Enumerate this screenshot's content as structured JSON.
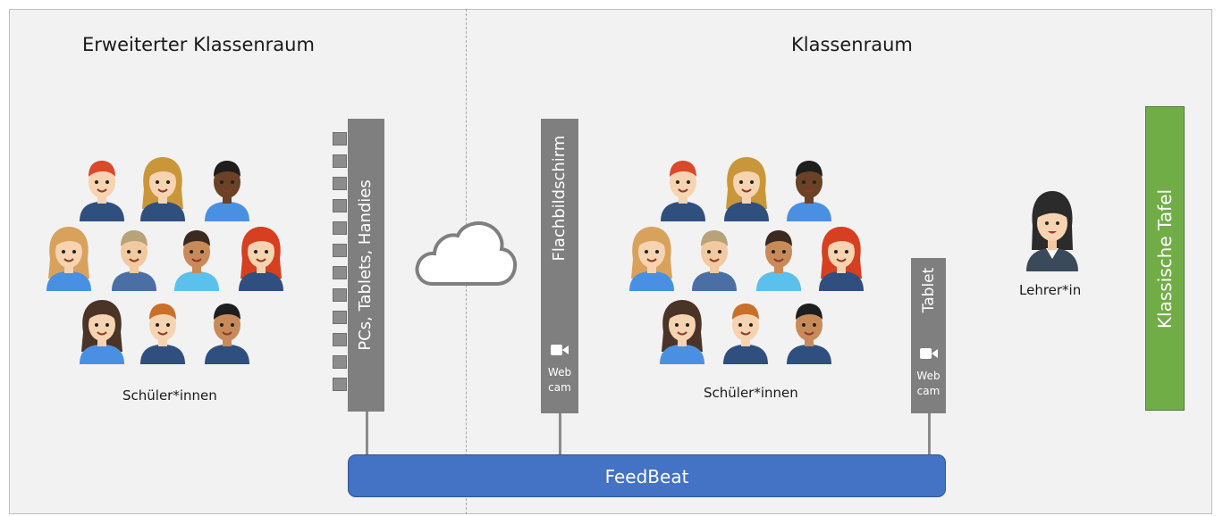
{
  "left_section": {
    "title": "Erweiterter Klassenraum",
    "students_caption": "Schüler*innen",
    "devices_label": "PCs, Tablets, Handies"
  },
  "right_section": {
    "title": "Klassenraum",
    "students_caption": "Schüler*innen",
    "screen_label": "Flachbildschirm",
    "screen_cam_label": [
      "Web",
      "cam"
    ],
    "tablet_label": "Tablet",
    "tablet_cam_label": [
      "Web",
      "cam"
    ],
    "teacher_caption": "Lehrer*in",
    "board_label": "Klassische Tafel"
  },
  "bus": {
    "label": "FeedBeat"
  },
  "colors": {
    "bus": "#4472c4",
    "board": "#70ad47",
    "device_bar": "#7f7f7f",
    "background": "#f2f2f2"
  },
  "icons": [
    "cloud-icon",
    "video-camera-icon",
    "student-avatar-icon",
    "teacher-avatar-icon"
  ]
}
